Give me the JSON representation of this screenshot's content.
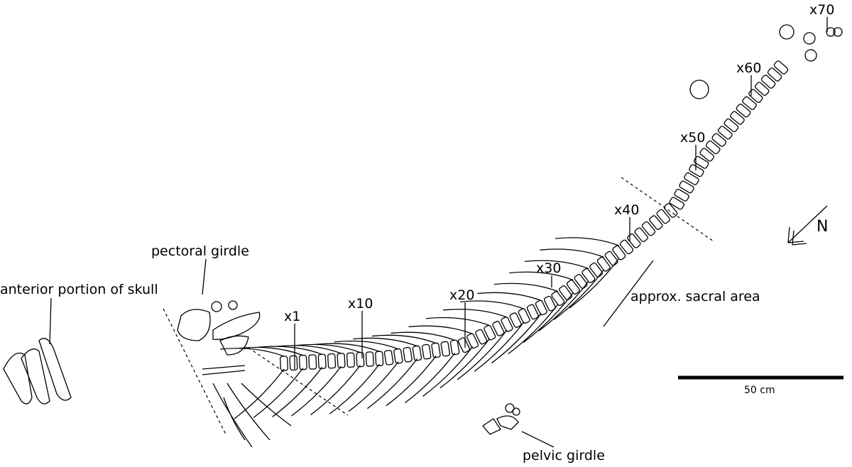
{
  "figure": {
    "labels": {
      "x70": "x70",
      "x60": "x60",
      "x50": "x50",
      "x40": "x40",
      "x30": "x30",
      "x20": "x20",
      "x10": "x10",
      "x1": "x1",
      "pectoral_girdle": "pectoral girdle",
      "skull": "anterior portion of skull",
      "sacral": "approx. sacral area",
      "pelvic_girdle": "pelvic girdle"
    },
    "scale_bar": "50 cm",
    "north": "N"
  }
}
